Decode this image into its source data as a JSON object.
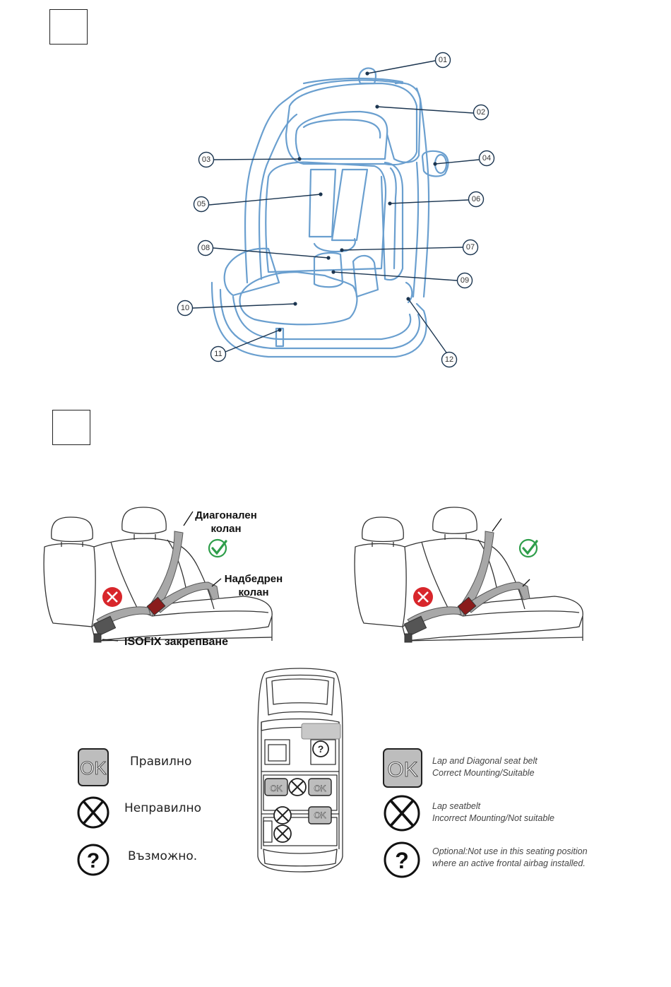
{
  "sections": {
    "figure_a_box": "",
    "figure_b_box": ""
  },
  "seat_parts": {
    "callouts": [
      "01",
      "02",
      "03",
      "04",
      "05",
      "06",
      "07",
      "08",
      "09",
      "10",
      "11",
      "12"
    ]
  },
  "belt_diagram": {
    "diagonal_belt": "Диагонален\nколан",
    "lap_belt": "Надбедрен\nколан",
    "isofix": "ISOFIX закрепване"
  },
  "car_seats": {
    "ok_badge": "OK",
    "question_badge": "?"
  },
  "legend_bg": {
    "ok": "Правилно",
    "incorrect": "Неправилно",
    "possible": "Възможно."
  },
  "legend_en": {
    "ok_icon_label": "OK",
    "ok_line1": "Lap and Diagonal seat belt",
    "ok_line2": "Correct Mounting/Suitable",
    "incorrect_line1": "Lap seatbelt",
    "incorrect_line2": "Incorrect Mounting/Not suitable",
    "optional_line1": "Optional:Not use in this seating position",
    "optional_line2": "where an active frontal airbag installed."
  },
  "colors": {
    "seat_outline": "#6a9fcf",
    "callout_line": "#1b3550",
    "ok_green": "#2e9e4a",
    "no_red": "#d8262b",
    "belt_gray": "#a8a8a8"
  }
}
